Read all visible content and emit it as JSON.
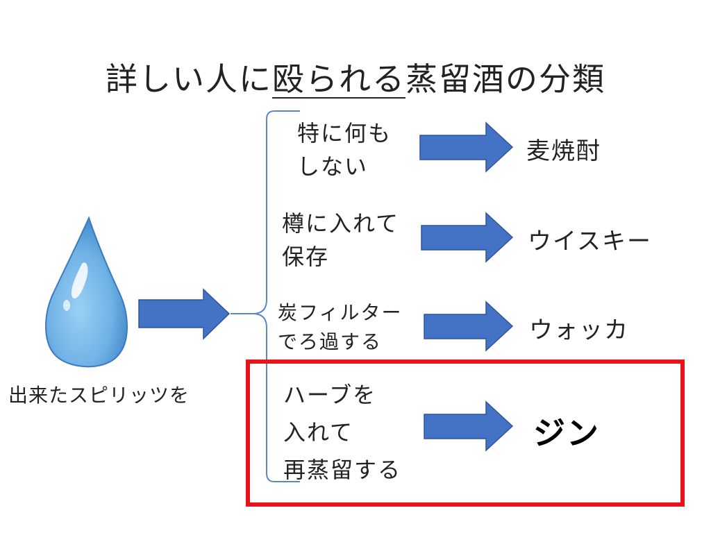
{
  "title": {
    "prefix": "詳しい人に",
    "underlined": "殴られる",
    "suffix": "蒸留酒の分類"
  },
  "source_label": "出来たスピリッツを",
  "branches": [
    {
      "process": "特に何も\nしない",
      "result": "麦焼酎"
    },
    {
      "process": "樽に入れて\n保存",
      "result": "ウイスキー"
    },
    {
      "process": "炭フィルター\nでろ過する",
      "result": "ウォッカ"
    },
    {
      "process": "ハーブを\n入れて\n再蒸留する",
      "result": "ジン"
    }
  ],
  "colors": {
    "arrow": "#4472c4",
    "highlight": "#e8141b",
    "drop": "#6fb2e6"
  },
  "icons": [
    "water-drop-icon",
    "arrow-right-icon"
  ]
}
